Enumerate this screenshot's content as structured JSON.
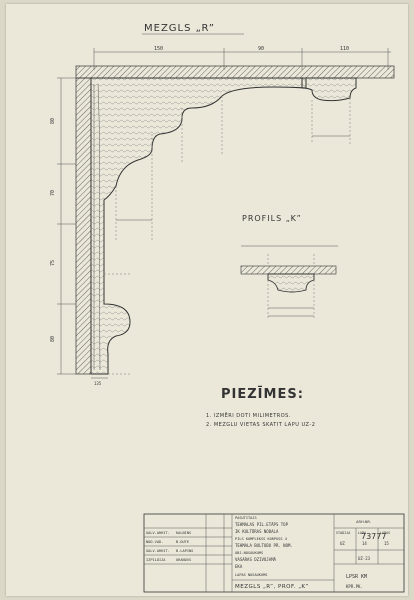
{
  "title": "MEZGLS „R”",
  "profile_title": "PROFILS „K”",
  "notes_heading": "PIEZĪMES:",
  "notes": [
    "1. IZMĒRI DOTI MILIMETROS.",
    "2. MEZGLU VIETAS SKATIT LAPU UZ-2"
  ],
  "top_dims": [
    "150",
    "90",
    "110"
  ],
  "left_dims": [
    "80",
    "70",
    "75",
    "80"
  ],
  "bottom_dim": "135",
  "sheet_code": "73777",
  "title_block": {
    "roles": [
      {
        "role": "GALV.ARHIT.",
        "name": "KALNINS"
      },
      {
        "role": "NOD.VAD.",
        "name": "B.DUTE"
      },
      {
        "role": "GALV.ARHIT.",
        "name": "B.LAPINS"
      },
      {
        "role": "IZPILDIJA",
        "name": "URANOVS"
      }
    ],
    "lines": [
      "PASUTITAJS",
      "TEHMALAS PIL.ETĀPS TOP",
      "IK KULTŪRAS NODALA",
      "PILS KOMPLEKSS KORPUSS 4",
      "TEHMALA BULTUBU PR. NOM.",
      "OBJ.NOSAUKUMS",
      "VASARAS DZIVOJAMĀ",
      "EKA",
      "LAPAS NOSAUKUMS"
    ],
    "sheet_title": "MEZGLS „R”, PROF. „K”",
    "stage_label": "STADIJA",
    "stage": "UZ",
    "sheet_label": "LAPA",
    "sheet_no": "14",
    "sheets_label": "LAPAS",
    "sheets_total": "15",
    "archive_label": "ARH.NR.",
    "date_code": "UZ-23",
    "org": "LPSR KM",
    "org2": "KPR.PK."
  }
}
